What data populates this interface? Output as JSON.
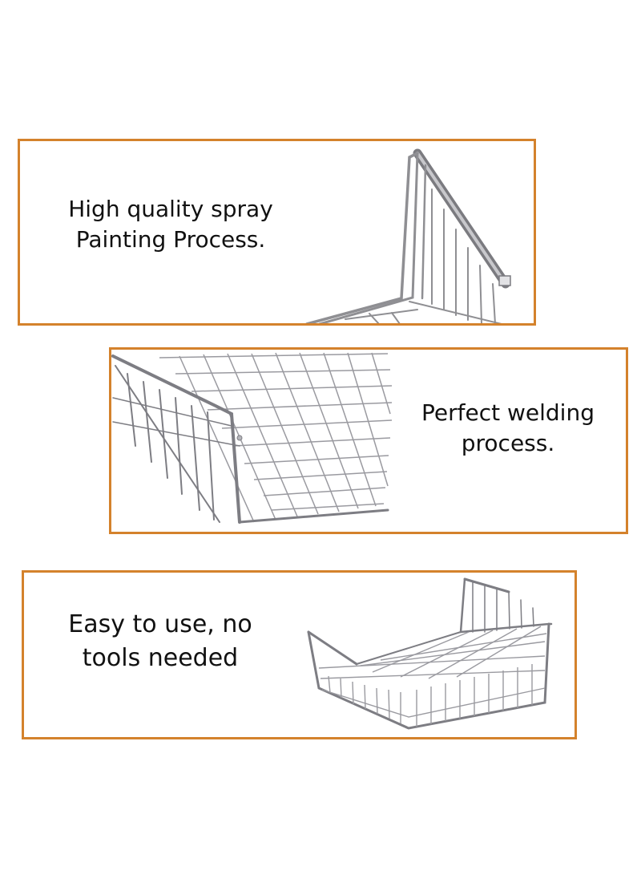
{
  "panels": [
    {
      "caption_lines": [
        "High quality spray",
        "Painting Process."
      ],
      "image": "wire-basket-corner-detail"
    },
    {
      "caption_lines": [
        "Perfect welding",
        "process."
      ],
      "image": "wire-basket-weld-grid-detail"
    },
    {
      "caption_lines": [
        "Easy to use, no",
        "tools needed"
      ],
      "image": "wire-basket-full-view"
    }
  ],
  "colors": {
    "border": "#d4822c",
    "text": "#111111",
    "wire": "#8f8f93",
    "wire_dark": "#6d6d72"
  }
}
